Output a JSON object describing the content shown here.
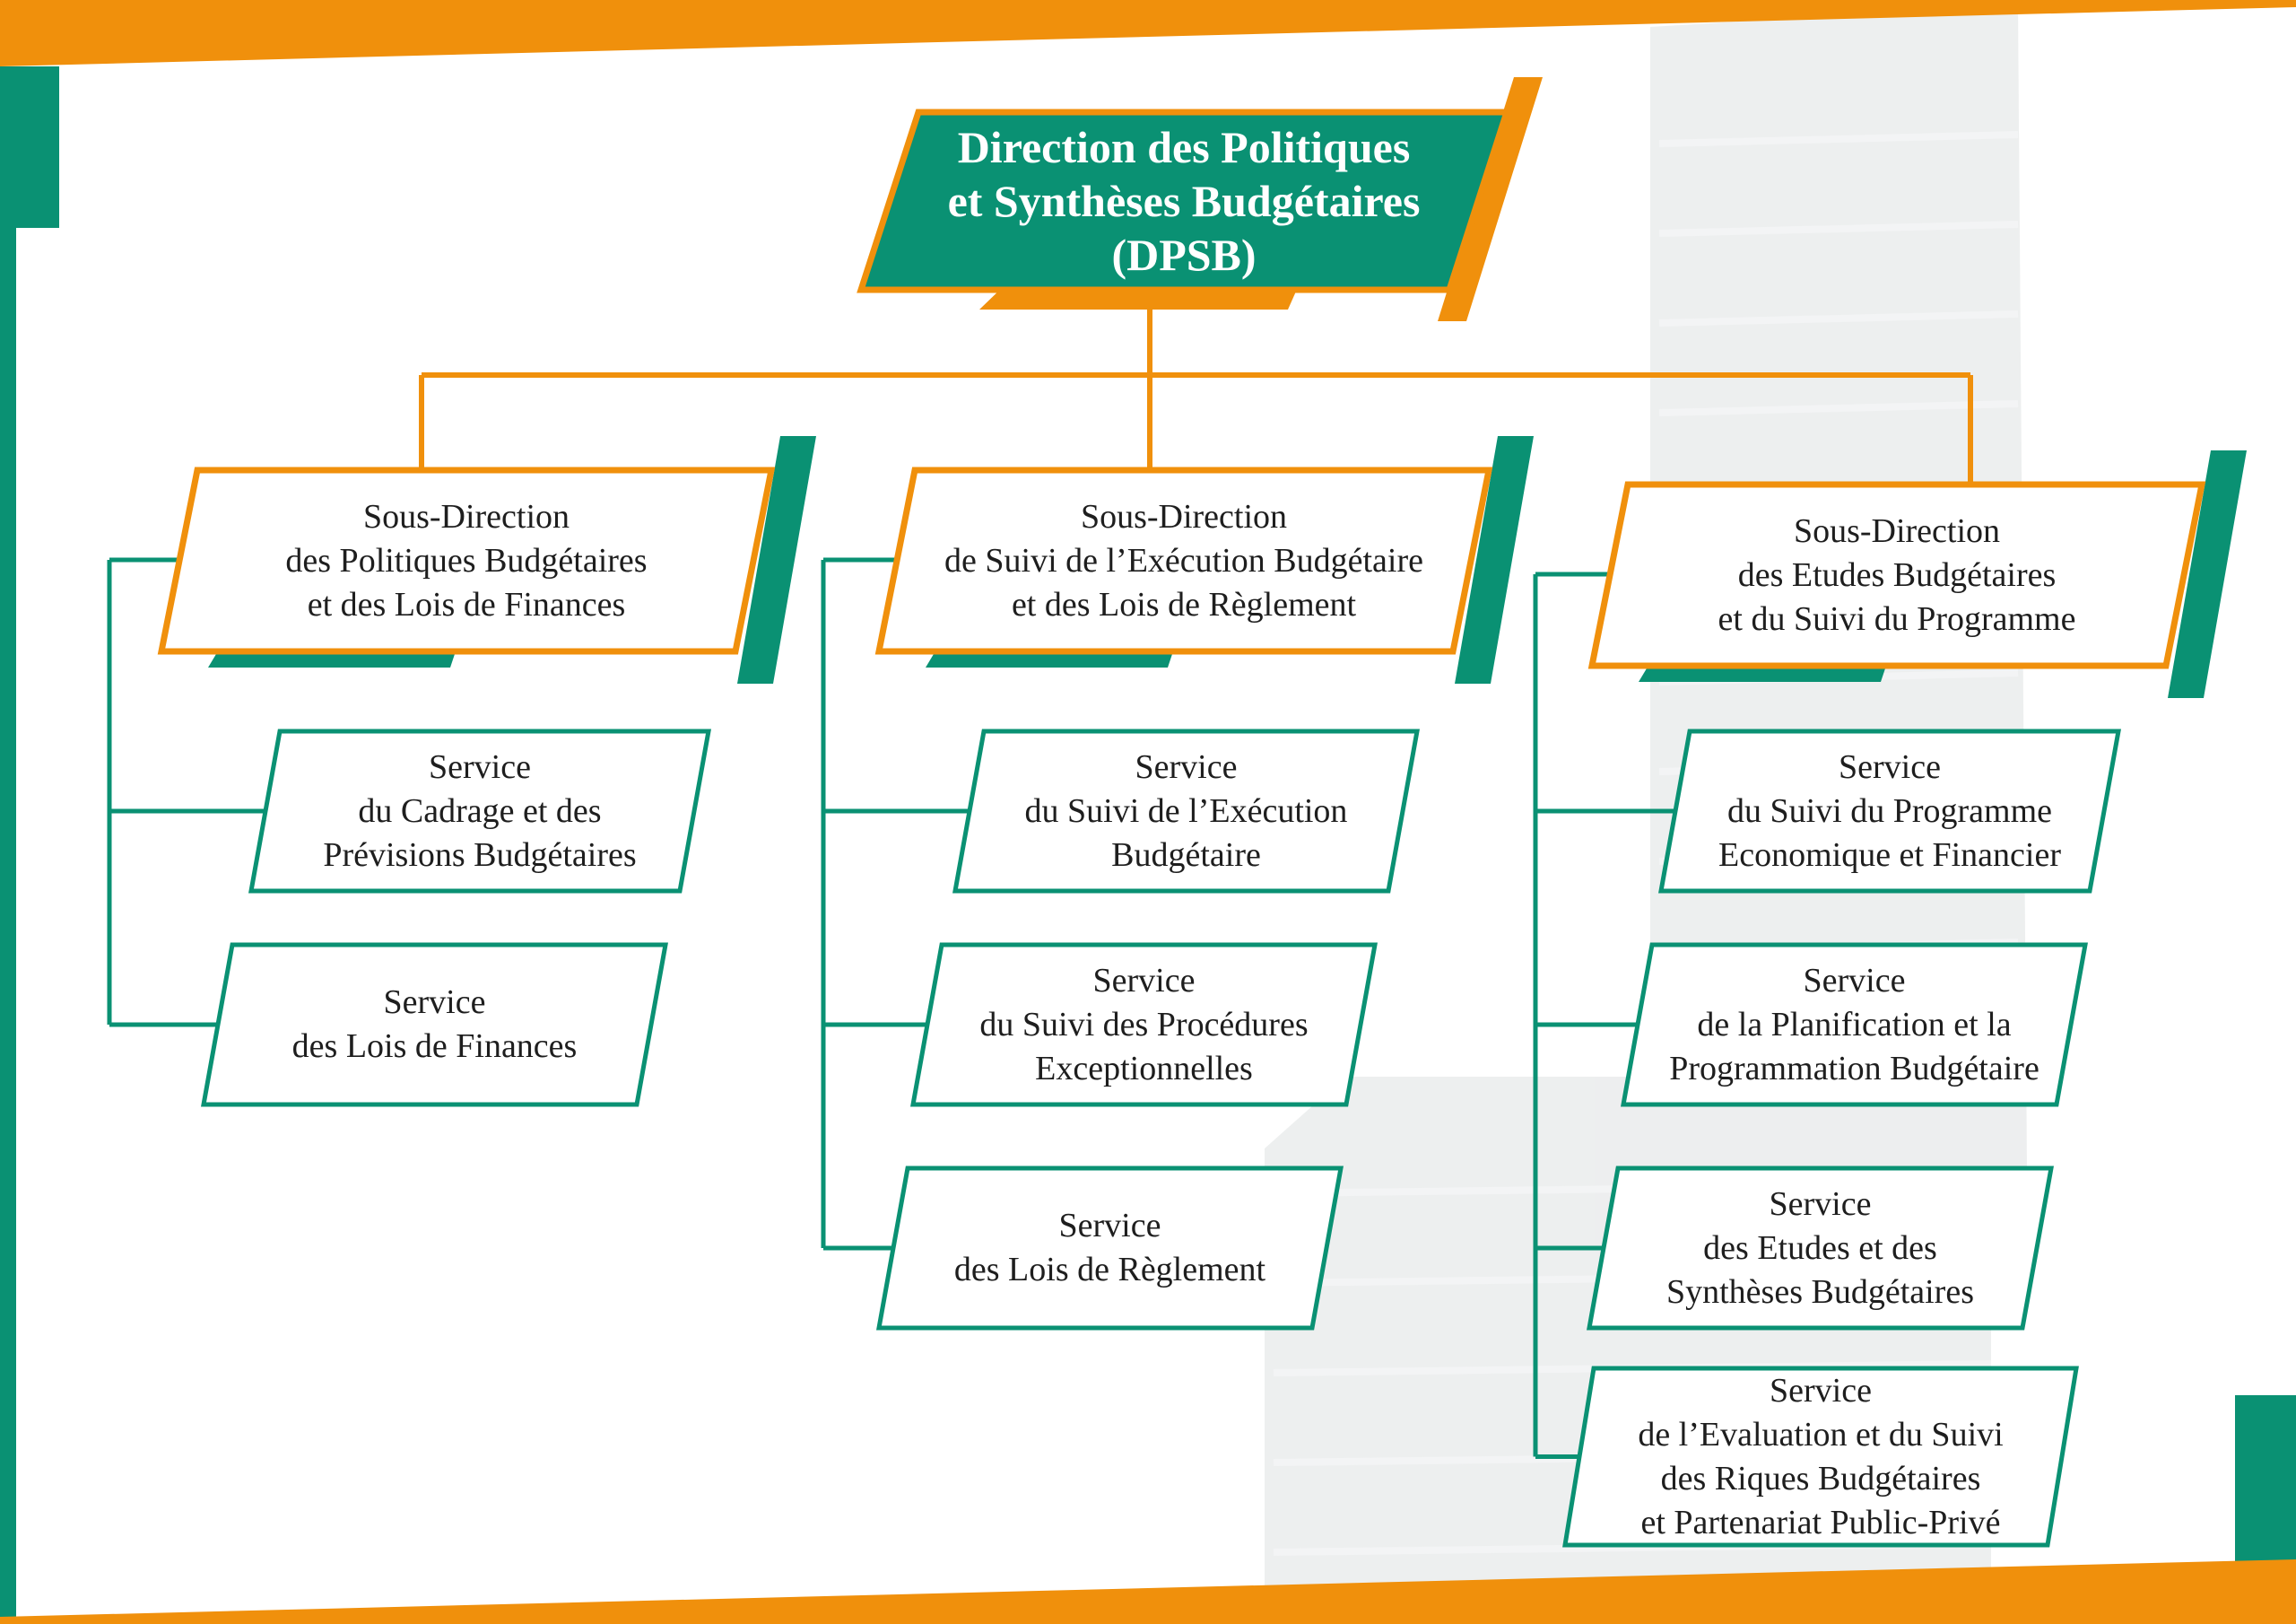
{
  "colors": {
    "green": "#0a9173",
    "orange": "#f0900c",
    "building": "#e7e9ea",
    "text": "#1e1e1e",
    "white": "#ffffff"
  },
  "chart": {
    "top": {
      "lines": [
        "Direction des Politiques",
        "et Synthèses Budgétaires",
        "(DPSB)"
      ]
    },
    "sub_directions": [
      {
        "lines": [
          "Sous-Direction",
          "des Politiques Budgétaires",
          "et des Lois de Finances"
        ],
        "services": [
          {
            "lines": [
              "Service",
              "du Cadrage et des",
              "Prévisions Budgétaires"
            ]
          },
          {
            "lines": [
              "Service",
              "des Lois de Finances"
            ]
          }
        ]
      },
      {
        "lines": [
          "Sous-Direction",
          "de Suivi de l’Exécution Budgétaire",
          "et des Lois de Règlement"
        ],
        "services": [
          {
            "lines": [
              "Service",
              "du Suivi de l’Exécution",
              "Budgétaire"
            ]
          },
          {
            "lines": [
              "Service",
              "du Suivi des Procédures",
              "Exceptionnelles"
            ]
          },
          {
            "lines": [
              "Service",
              "des Lois de Règlement"
            ]
          }
        ]
      },
      {
        "lines": [
          "Sous-Direction",
          "des Etudes Budgétaires",
          "et du Suivi du Programme"
        ],
        "services": [
          {
            "lines": [
              "Service",
              "du Suivi du Programme",
              "Economique et Financier"
            ]
          },
          {
            "lines": [
              "Service",
              "de la Planification et la",
              "Programmation Budgétaire"
            ]
          },
          {
            "lines": [
              "Service",
              "des Etudes et des",
              "Synthèses Budgétaires"
            ]
          },
          {
            "lines": [
              "Service",
              "de l’Evaluation et du Suivi",
              "des Riques Budgétaires",
              "et Partenariat Public-Privé"
            ]
          }
        ]
      }
    ]
  }
}
